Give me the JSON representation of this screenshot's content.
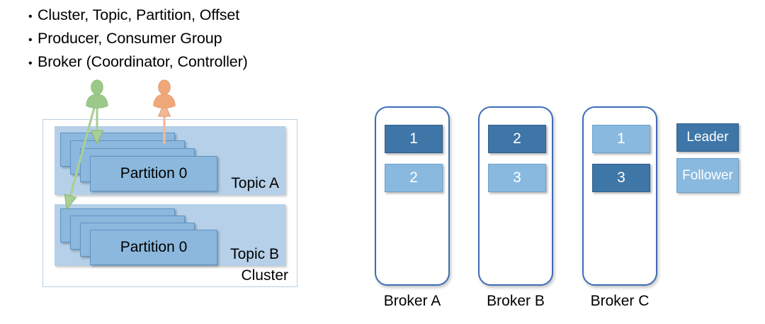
{
  "bullets": [
    {
      "marker": "•",
      "text": "Cluster, Topic, Partition, Offset"
    },
    {
      "marker": "•",
      "text": "Producer, Consumer Group"
    },
    {
      "marker": "•",
      "text": "Broker (Coordinator, Controller)"
    }
  ],
  "cluster": {
    "label": "Cluster",
    "topics": [
      {
        "name": "Topic A",
        "partition_label": "Partition 0",
        "card_count": 4
      },
      {
        "name": "Topic B",
        "partition_label": "Partition 0",
        "card_count": 4
      }
    ]
  },
  "actors": {
    "producer": {
      "role": "producer",
      "icon": "person-icon",
      "color": "#9bc98a"
    },
    "consumer": {
      "role": "consumer",
      "icon": "person-icon",
      "color": "#f0a87a"
    }
  },
  "brokers": [
    {
      "label": "Broker A",
      "replicas": [
        {
          "id": "1",
          "role": "leader"
        },
        {
          "id": "2",
          "role": "follower"
        }
      ]
    },
    {
      "label": "Broker B",
      "replicas": [
        {
          "id": "2",
          "role": "leader"
        },
        {
          "id": "3",
          "role": "follower"
        }
      ]
    },
    {
      "label": "Broker C",
      "replicas": [
        {
          "id": "1",
          "role": "follower"
        },
        {
          "id": "3",
          "role": "leader"
        }
      ]
    }
  ],
  "legend": {
    "leader_label": "Leader",
    "follower_label": "Follower"
  },
  "colors": {
    "leader": "#3e76a8",
    "follower": "#89b9df",
    "broker_border": "#3f6cb5",
    "topic_fill": "#b5d0e8",
    "partition_fill": "#8cb8dd",
    "producer": "#9bc98a",
    "consumer": "#f0a87a"
  }
}
